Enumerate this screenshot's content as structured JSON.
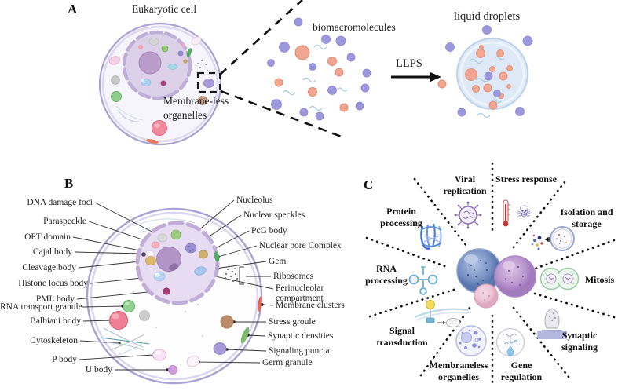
{
  "panel_a": {
    "label": "A",
    "cell_title": "Eukaryotic cell",
    "membraneless_label": "Membrane-less organelles",
    "biomacromolecules_label": "biomacromolecules",
    "llps_label": "LLPS",
    "droplets_label": "liquid droplets"
  },
  "panel_b": {
    "label": "B",
    "left_labels": [
      "DNA damage foci",
      "Paraspeckle",
      "OPT domain",
      "Cajal body",
      "Cleavage body",
      "Histone locus body",
      "PML body",
      "RNA transport granule",
      "Balbiani body",
      "Cytoskeleton",
      "P body",
      "U body"
    ],
    "right_labels": [
      "Nucleolus",
      "Nuclear speckles",
      "PcG body",
      "Nuclear pore Complex",
      "Gem",
      "Ribosomes",
      "Perinucleolar compartment",
      "Membrane clusters",
      "Stress groule",
      "Synaptic densities",
      "Signaling puncta",
      "Germ granule"
    ]
  },
  "panel_c": {
    "label": "C",
    "sector_labels": [
      "Viral replication",
      "Stress response",
      "Isolation and storage",
      "Mitosis",
      "Synaptic signaling",
      "Gene regulation",
      "Membraneless organelles",
      "Signal transduction",
      "RNA processing",
      "Protein processing"
    ],
    "skull_glyph": "☠"
  },
  "colors": {
    "membrane_purple": "#aaa2d2",
    "nucleus_fill": "#e7dcf2",
    "nucleolus_fill": "#b294c6",
    "biomolecule_purple": "#9b98dd",
    "biomolecule_orange": "#f2a58f",
    "droplet_fill": "#dde9f6"
  }
}
